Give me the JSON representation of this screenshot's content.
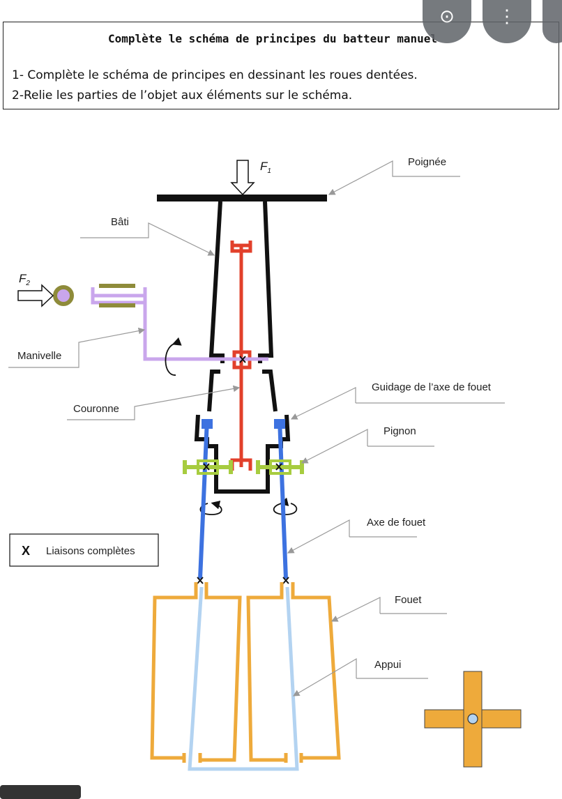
{
  "header": {
    "title": "Complète le schéma de principes du batteur manuel",
    "instructions": [
      "1- Complète le schéma de principes en dessinant les roues dentées.",
      "2-Relie les parties de l’objet aux éléments sur le schéma."
    ]
  },
  "forces": {
    "f1": "F",
    "f1_sub": "1",
    "f2": "F",
    "f2_sub": "2"
  },
  "labels": {
    "poignee": "Poignée",
    "bati": "Bâti",
    "manivelle": "Manivelle",
    "couronne": "Couronne",
    "guidage": "Guidage de l’axe de fouet",
    "pignon": "Pignon",
    "axe": "Axe de fouet",
    "fouet": "Fouet",
    "appui": "Appui"
  },
  "legend": {
    "symbol": "X",
    "text": "Liaisons complètes"
  },
  "colors": {
    "frame": "#111111",
    "couronne": "#e2402b",
    "manivelle": "#c9a6ec",
    "pignon": "#a7cc3f",
    "axe": "#3d72e0",
    "fouet": "#eeaa3b",
    "appui": "#b3d3f1",
    "olive": "#8e8b3a",
    "leader": "#999999"
  },
  "overlay": {
    "lens_icon": "lens-icon",
    "more_icon": "more-vert-icon"
  }
}
